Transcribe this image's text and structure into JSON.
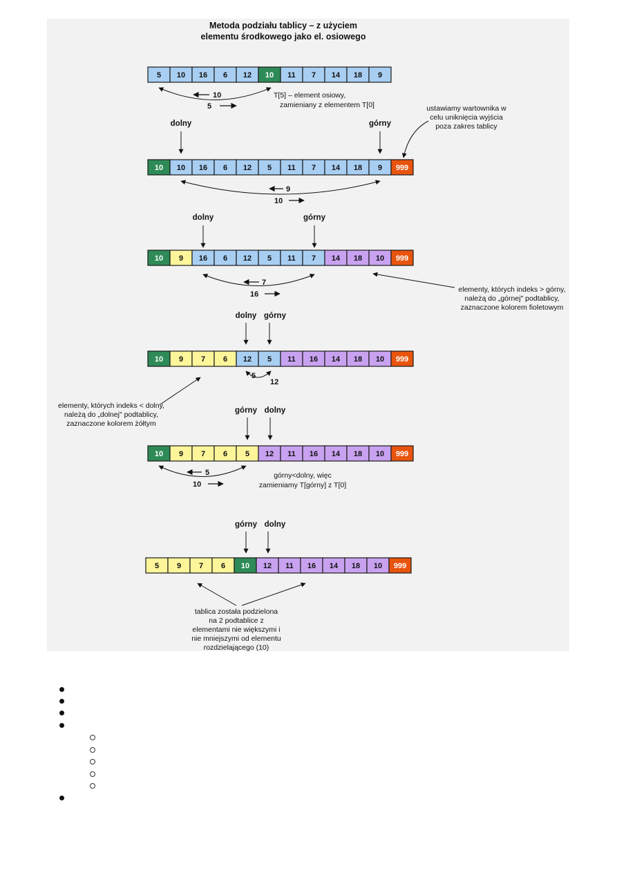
{
  "title_line1": "Metoda podziału tablicy – z użyciem",
  "title_line2": "elementu środkowego jako el. osiowego",
  "colors": {
    "blue": "#a8cef2",
    "green": "#2e8b57",
    "yellow": "#fdf59a",
    "purple": "#c8a2f0",
    "orange": "#e8540e",
    "border": "#1a1a1a",
    "text": "#111111"
  },
  "rows": [
    {
      "cells": [
        [
          "5",
          "blue"
        ],
        [
          "10",
          "blue"
        ],
        [
          "16",
          "blue"
        ],
        [
          "6",
          "blue"
        ],
        [
          "12",
          "blue"
        ],
        [
          "10",
          "green"
        ],
        [
          "11",
          "blue"
        ],
        [
          "7",
          "blue"
        ],
        [
          "14",
          "blue"
        ],
        [
          "18",
          "blue"
        ],
        [
          "9",
          "blue"
        ]
      ]
    },
    {
      "cells": [
        [
          "10",
          "green"
        ],
        [
          "10",
          "blue"
        ],
        [
          "16",
          "blue"
        ],
        [
          "6",
          "blue"
        ],
        [
          "12",
          "blue"
        ],
        [
          "5",
          "blue"
        ],
        [
          "11",
          "blue"
        ],
        [
          "7",
          "blue"
        ],
        [
          "14",
          "blue"
        ],
        [
          "18",
          "blue"
        ],
        [
          "9",
          "blue"
        ],
        [
          "999",
          "orange"
        ]
      ]
    },
    {
      "cells": [
        [
          "10",
          "green"
        ],
        [
          "9",
          "yellow"
        ],
        [
          "16",
          "blue"
        ],
        [
          "6",
          "blue"
        ],
        [
          "12",
          "blue"
        ],
        [
          "5",
          "blue"
        ],
        [
          "11",
          "blue"
        ],
        [
          "7",
          "blue"
        ],
        [
          "14",
          "purple"
        ],
        [
          "18",
          "purple"
        ],
        [
          "10",
          "purple"
        ],
        [
          "999",
          "orange"
        ]
      ]
    },
    {
      "cells": [
        [
          "10",
          "green"
        ],
        [
          "9",
          "yellow"
        ],
        [
          "7",
          "yellow"
        ],
        [
          "6",
          "yellow"
        ],
        [
          "12",
          "blue"
        ],
        [
          "5",
          "blue"
        ],
        [
          "11",
          "purple"
        ],
        [
          "16",
          "purple"
        ],
        [
          "14",
          "purple"
        ],
        [
          "18",
          "purple"
        ],
        [
          "10",
          "purple"
        ],
        [
          "999",
          "orange"
        ]
      ]
    },
    {
      "cells": [
        [
          "10",
          "green"
        ],
        [
          "9",
          "yellow"
        ],
        [
          "7",
          "yellow"
        ],
        [
          "6",
          "yellow"
        ],
        [
          "5",
          "yellow"
        ],
        [
          "12",
          "purple"
        ],
        [
          "11",
          "purple"
        ],
        [
          "16",
          "purple"
        ],
        [
          "14",
          "purple"
        ],
        [
          "18",
          "purple"
        ],
        [
          "10",
          "purple"
        ],
        [
          "999",
          "orange"
        ]
      ]
    },
    {
      "cells": [
        [
          "5",
          "yellow"
        ],
        [
          "9",
          "yellow"
        ],
        [
          "7",
          "yellow"
        ],
        [
          "6",
          "yellow"
        ],
        [
          "10",
          "green"
        ],
        [
          "12",
          "purple"
        ],
        [
          "11",
          "purple"
        ],
        [
          "16",
          "purple"
        ],
        [
          "14",
          "purple"
        ],
        [
          "18",
          "purple"
        ],
        [
          "10",
          "purple"
        ],
        [
          "999",
          "orange"
        ]
      ]
    }
  ],
  "pointer_labels": {
    "dolny": "dolny",
    "gorny": "górny"
  },
  "swap_labels": {
    "r1_left": "10",
    "r1_right": "5",
    "r2_left": "9",
    "r2_right": "10",
    "r3_left": "7",
    "r3_right": "16",
    "r4_a": "5",
    "r4_b": "12",
    "r5_left": "5",
    "r5_right": "10"
  },
  "annotations": {
    "pivot_1": "T[5] – element osiowy,",
    "pivot_2": "zamieniany z elementem T[0]",
    "sentinel_1": "ustawiamy wartownika w",
    "sentinel_2": "celu uniknięcia wyjścia",
    "sentinel_3": "poza zakres tablicy",
    "upper_1": "elementy, których indeks > górny,",
    "upper_2": "należą do „górnej\" podtablicy,",
    "upper_3": "zaznaczone kolorem fioletowym",
    "lower_1": "elementy, których indeks < dolny,",
    "lower_2": "należą do „dolnej\" podtablicy,",
    "lower_3": "zaznaczone kolorem żółtym",
    "cross_1": "górny<dolny, więc",
    "cross_2": "zamieniamy T[górny] z T[0]",
    "result_1": "tablica została podzielona",
    "result_2": "na 2 podtablice z",
    "result_3": "elementami nie większymi i",
    "result_4": "nie mniejszymi od elementu",
    "result_5": "rozdzielającego (10)"
  }
}
